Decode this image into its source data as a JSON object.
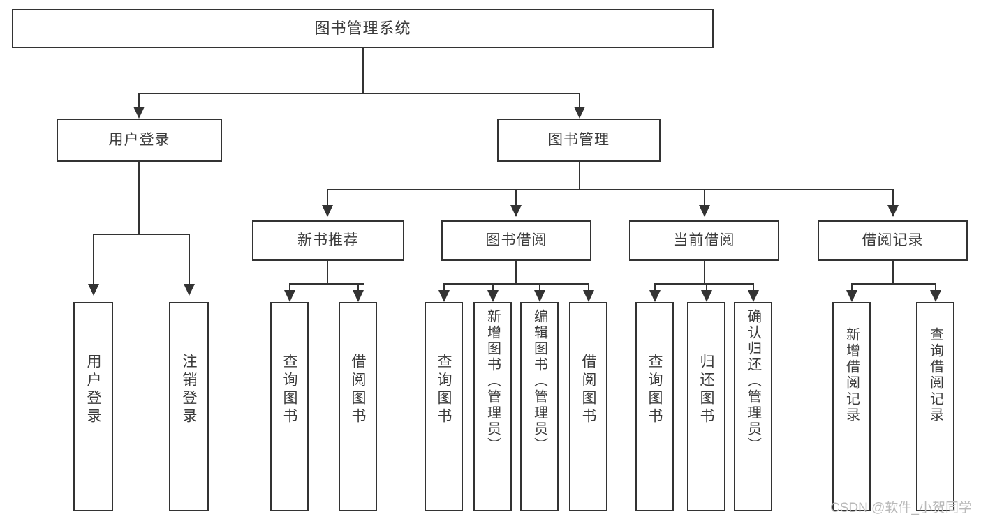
{
  "diagram": {
    "type": "tree-hierarchy-chart",
    "title": "图书管理系统",
    "watermark": "CSDN @软件_小贺同学",
    "colors": {
      "stroke": "#333333",
      "box_fill": "#ffffff",
      "text": "#3b3b3b",
      "background": "#ffffff",
      "watermark": "#b9b9b9"
    },
    "levels": {
      "level1": [
        "图书管理系统"
      ],
      "level2": [
        "用户登录",
        "图书管理"
      ],
      "level3": [
        "新书推荐",
        "图书借阅",
        "当前借阅",
        "借阅记录"
      ],
      "level4": [
        "用户登录",
        "注销登录",
        "查询图书",
        "借阅图书",
        "查询图书",
        "新增图书（管理员）",
        "编辑图书（管理员）",
        "借阅图书",
        "查询图书",
        "归还图书",
        "确认归还（管理员）",
        "新增借阅记录",
        "查询借阅记录"
      ]
    }
  },
  "nodes": {
    "root": {
      "label": "图书管理系统"
    },
    "user_login": {
      "label": "用户登录"
    },
    "book_manage": {
      "label": "图书管理"
    },
    "new_book_rec": {
      "label": "新书推荐"
    },
    "book_borrow": {
      "label": "图书借阅"
    },
    "current_borrow": {
      "label": "当前借阅"
    },
    "borrow_record": {
      "label": "借阅记录"
    },
    "leaf_user_login": {
      "label": "用户登录"
    },
    "leaf_logout": {
      "label": "注销登录"
    },
    "leaf_query_book_1": {
      "label": "查询图书"
    },
    "leaf_borrow_book_1": {
      "label": "借阅图书"
    },
    "leaf_query_book_2": {
      "label": "查询图书"
    },
    "leaf_add_book": {
      "label": "新增图书（管理员）"
    },
    "leaf_edit_book": {
      "label": "编辑图书（管理员）"
    },
    "leaf_borrow_book_2": {
      "label": "借阅图书"
    },
    "leaf_query_book_3": {
      "label": "查询图书"
    },
    "leaf_return_book": {
      "label": "归还图书"
    },
    "leaf_confirm_return": {
      "label": "确认归还（管理员）"
    },
    "leaf_add_record": {
      "label": "新增借阅记录"
    },
    "leaf_query_record": {
      "label": "查询借阅记录"
    }
  }
}
